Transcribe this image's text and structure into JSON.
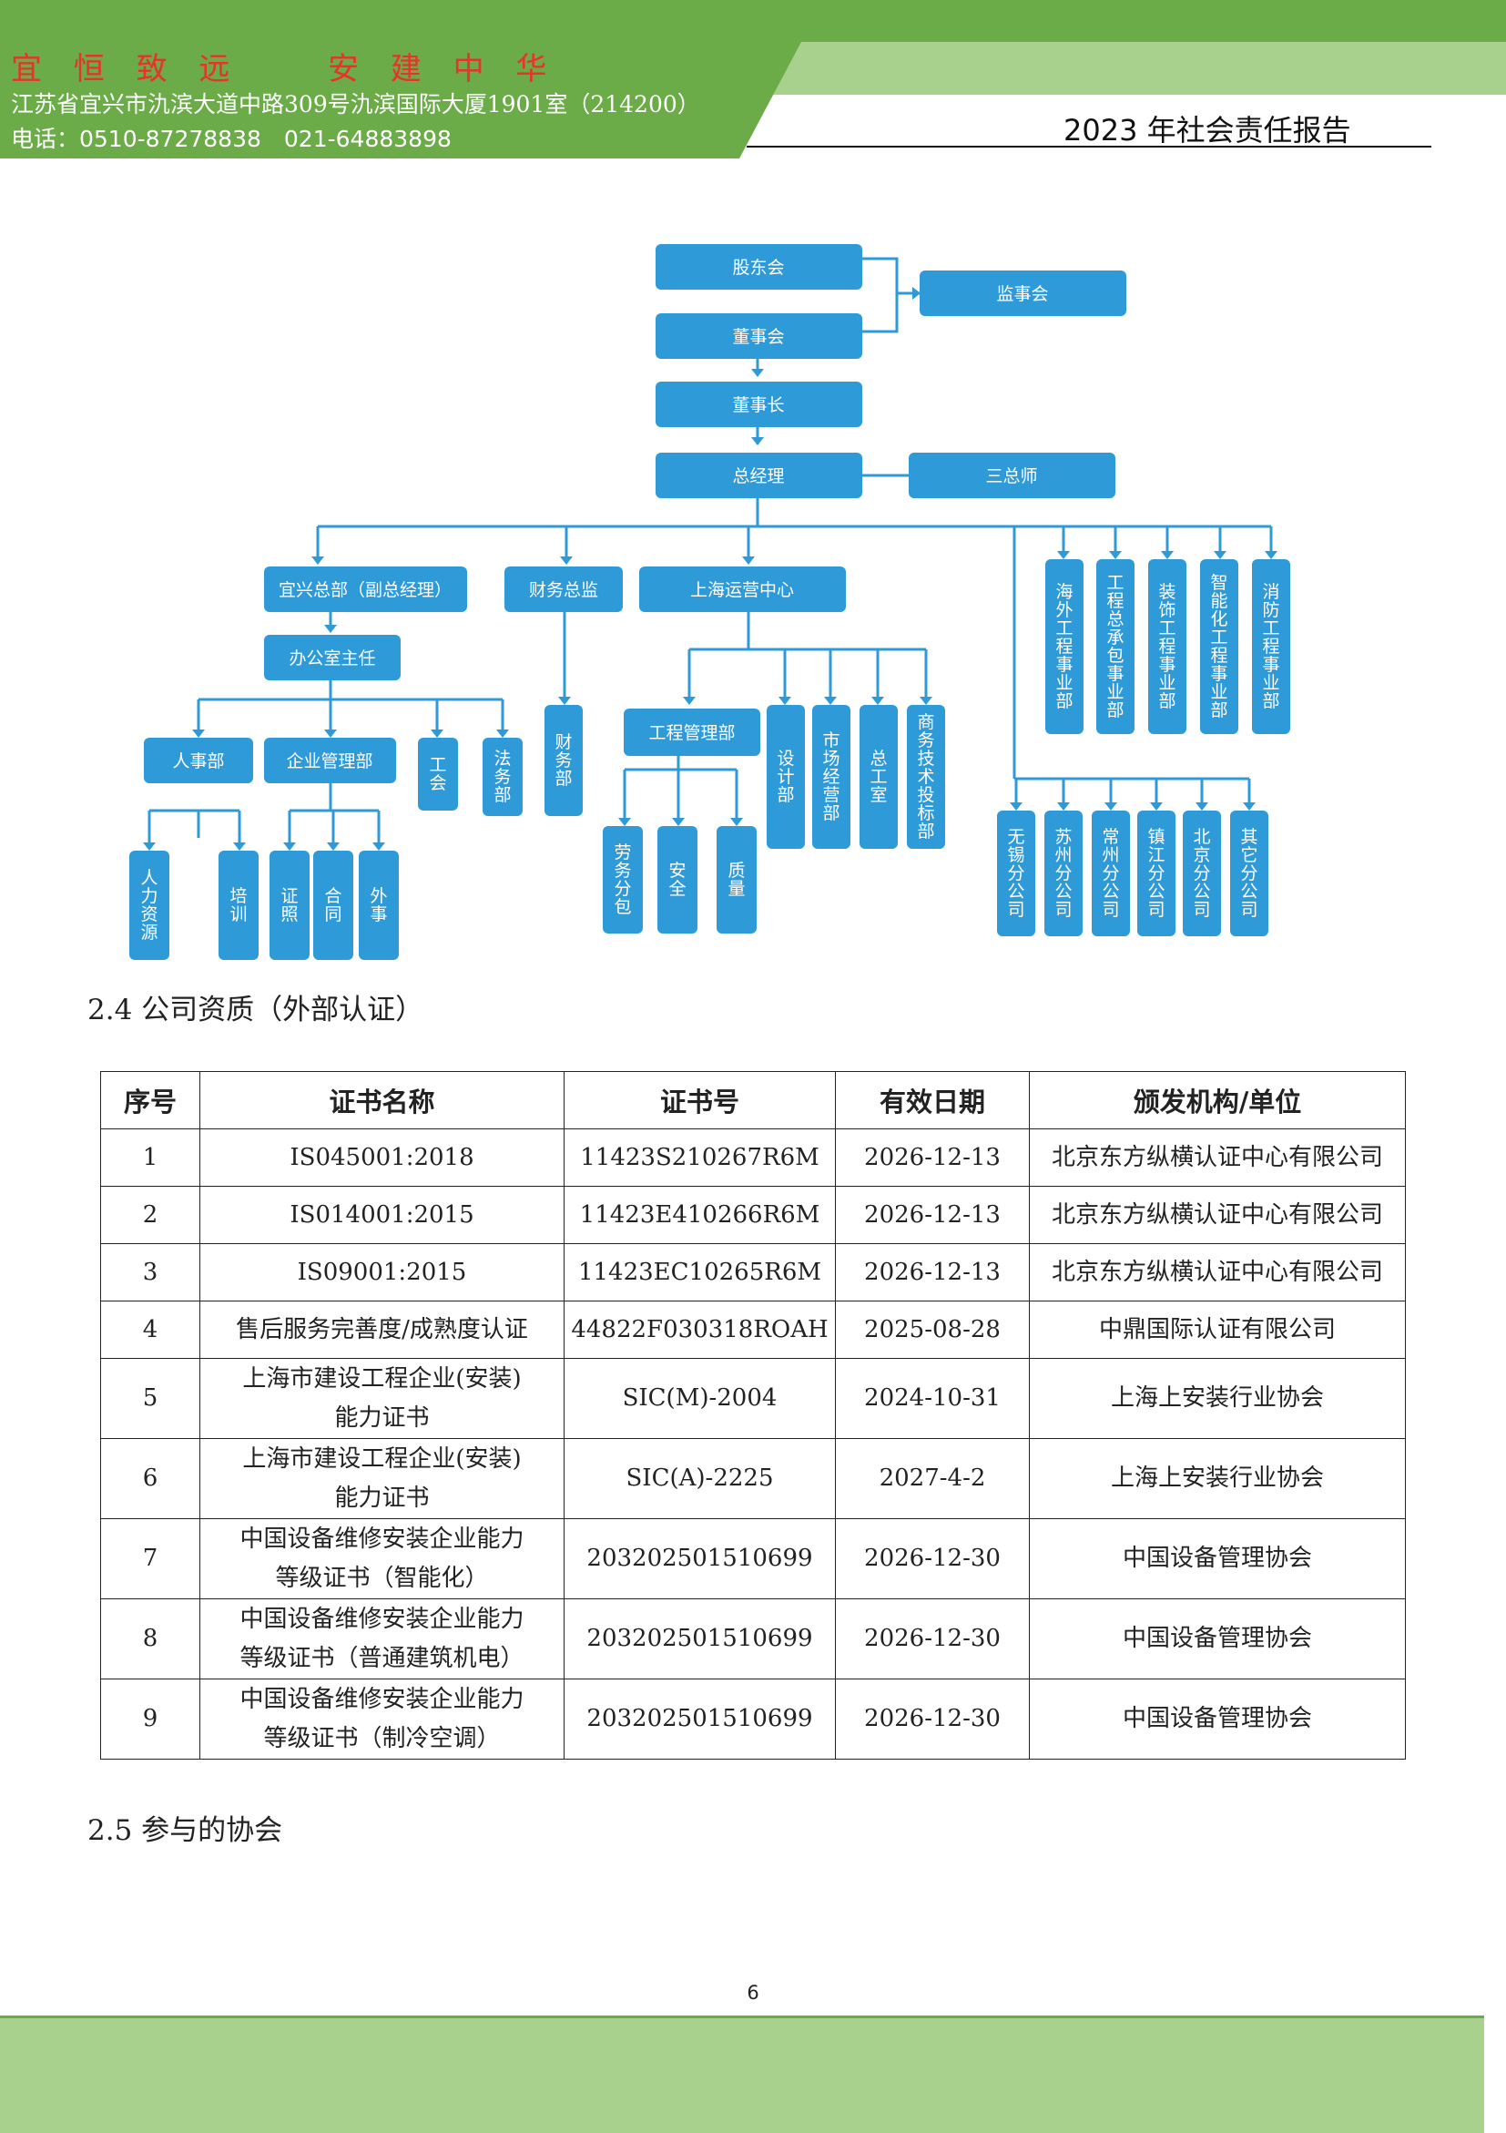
{
  "header": {
    "slogan_left": "宜 恒 致 远",
    "slogan_right": "安 建 中 华",
    "address": "江苏省宜兴市氿滨大道中路309号氿滨国际大厦1901室（214200）",
    "phone": "电话：0510-87278838　021-64883898",
    "report_title": "2023 年社会责任报告"
  },
  "org_chart": {
    "shareholders": "股东会",
    "supervisors": "监事会",
    "board": "董事会",
    "chairman": "董事长",
    "gm": "总经理",
    "three_chiefs": "三总师",
    "yixing_hq": "宜兴总部（副总经理）",
    "finance_director": "财务总监",
    "shanghai_center": "上海运营中心",
    "office_director": "办公室主任",
    "hr_dept": "人事部",
    "enterprise_mgmt": "企业管理部",
    "union": "工会",
    "legal": "法务部",
    "finance_dept": "财务部",
    "eng_mgmt": "工程管理部",
    "design": "设计部",
    "marketing": "市场经营部",
    "chief_eng_office": "总工室",
    "bidding": "商务技术投标部",
    "labor_sub": "劳务分包",
    "safety": "安全",
    "quality": "质量",
    "hr_resources": "人力资源",
    "training": "培训",
    "certificates": "证照",
    "contracts": "合同",
    "external_affairs": "外事",
    "overseas": "海外工程事业部",
    "epc": "工程总承包事业部",
    "decoration": "装饰工程事业部",
    "intelligent": "智能化工程事业部",
    "fire": "消防工程事业部",
    "wuxi": "无锡分公司",
    "suzhou": "苏州分公司",
    "changzhou": "常州分公司",
    "zhenjiang": "镇江分公司",
    "beijing": "北京分公司",
    "other": "其它分公司"
  },
  "section_24": "2.4 公司资质（外部认证）",
  "cert_table": {
    "headers": [
      "序号",
      "证书名称",
      "证书号",
      "有效日期",
      "颁发机构/单位"
    ],
    "rows": [
      {
        "no": "1",
        "name1": "IS045001:2018",
        "name2": "",
        "cert": "11423S210267R6M",
        "date": "2026-12-13",
        "issuer": "北京东方纵横认证中心有限公司"
      },
      {
        "no": "2",
        "name1": "IS014001:2015",
        "name2": "",
        "cert": "11423E410266R6M",
        "date": "2026-12-13",
        "issuer": "北京东方纵横认证中心有限公司"
      },
      {
        "no": "3",
        "name1": "IS09001:2015",
        "name2": "",
        "cert": "11423EC10265R6M",
        "date": "2026-12-13",
        "issuer": "北京东方纵横认证中心有限公司"
      },
      {
        "no": "4",
        "name1": "售后服务完善度/成熟度认证",
        "name2": "",
        "cert": "44822F030318ROAH",
        "date": "2025-08-28",
        "issuer": "中鼎国际认证有限公司"
      },
      {
        "no": "5",
        "name1": "上海市建设工程企业(安装)",
        "name2": "能力证书",
        "cert": "SIC(M)-2004",
        "date": "2024-10-31",
        "issuer": "上海上安装行业协会"
      },
      {
        "no": "6",
        "name1": "上海市建设工程企业(安装)",
        "name2": "能力证书",
        "cert": "SIC(A)-2225",
        "date": "2027-4-2",
        "issuer": "上海上安装行业协会"
      },
      {
        "no": "7",
        "name1": "中国设备维修安装企业能力",
        "name2": "等级证书（智能化）",
        "cert": "203202501510699",
        "date": "2026-12-30",
        "issuer": "中国设备管理协会"
      },
      {
        "no": "8",
        "name1": "中国设备维修安装企业能力",
        "name2": "等级证书（普通建筑机电）",
        "cert": "203202501510699",
        "date": "2026-12-30",
        "issuer": "中国设备管理协会"
      },
      {
        "no": "9",
        "name1": "中国设备维修安装企业能力",
        "name2": "等级证书（制冷空调）",
        "cert": "203202501510699",
        "date": "2026-12-30",
        "issuer": "中国设备管理协会"
      }
    ]
  },
  "section_25": "2.5 参与的协会",
  "page_number": "6",
  "colors": {
    "header_green": "#6bab48",
    "header_light_green": "#a8d18e",
    "slogan_red": "#e8322b",
    "org_blue": "#2f9ad8"
  }
}
